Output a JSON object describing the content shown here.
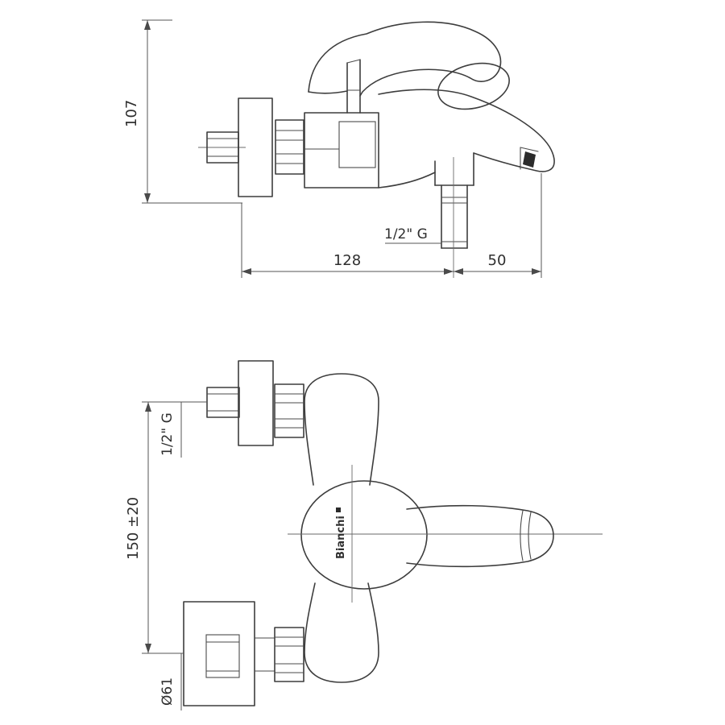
{
  "document": {
    "background": "#ffffff",
    "line_color": "#3d3d3d",
    "type": "technical-drawing",
    "subject": "wall-mounted bath mixer tap, two orthographic views"
  },
  "top_view": {
    "label": "side-view",
    "dims": {
      "height": "107",
      "body_width": "128",
      "spout_offset": "50",
      "outlet_thread": "1/2\" G"
    }
  },
  "front_view": {
    "label": "front-view",
    "dims": {
      "inlet_thread": "1/2\" G",
      "centers_distance": "150 ±20",
      "flange_diameter": "Ø61"
    },
    "logo": "Bianchi"
  }
}
